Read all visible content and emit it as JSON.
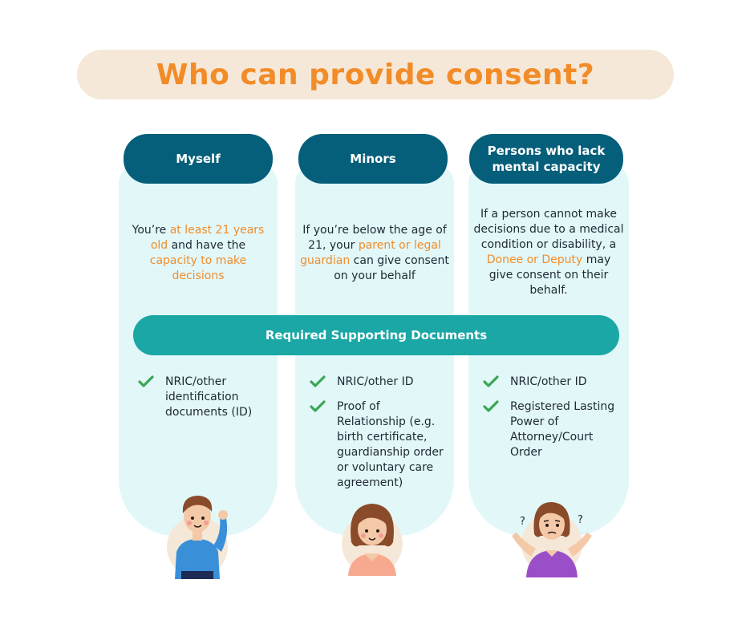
{
  "title": "Who can provide consent?",
  "columns": [
    {
      "heading": "Myself",
      "desc": [
        {
          "t": "You’re ",
          "hl": false
        },
        {
          "t": "at least 21 years old",
          "hl": true
        },
        {
          "t": " and have the ",
          "hl": false
        },
        {
          "t": "capacity to make decisions",
          "hl": true
        }
      ],
      "docs": [
        "NRIC/other identification documents (ID)"
      ]
    },
    {
      "heading": "Minors",
      "desc": [
        {
          "t": "If you’re below the age of 21, your ",
          "hl": false
        },
        {
          "t": "parent or legal guardian",
          "hl": true
        },
        {
          "t": " can give consent on your behalf",
          "hl": false
        }
      ],
      "docs": [
        "NRIC/other ID",
        "Proof of Relationship (e.g. birth certificate, guardianship order or voluntary care agreement)"
      ]
    },
    {
      "heading": "Persons who lack mental capacity",
      "desc": [
        {
          "t": "If a person cannot make decisions due to a medical condition or disability, a ",
          "hl": false
        },
        {
          "t": "Donee or Deputy",
          "hl": true
        },
        {
          "t": " may give consent on their behalf.",
          "hl": false
        }
      ],
      "docs": [
        "NRIC/other ID",
        "Registered Lasting Power of Attorney/Court Order"
      ]
    }
  ],
  "docs_heading": "Required Supporting Documents",
  "question_mark": "?",
  "colors": {
    "title": "#f28c28",
    "header": "#055f7a",
    "bar": "#1aa7a5",
    "panel": "#e2f7f8",
    "check": "#3aa655"
  },
  "icons": [
    "check-icon",
    "person-waving-illustration",
    "girl-illustration",
    "confused-woman-illustration"
  ]
}
